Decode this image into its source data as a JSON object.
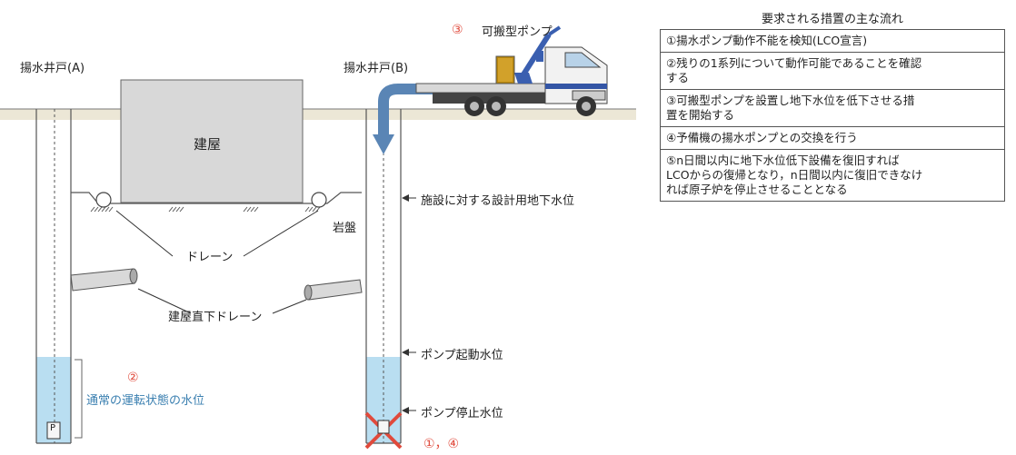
{
  "labels": {
    "well_a": "揚水井戸(A)",
    "well_b": "揚水井戸(B)",
    "building": "建屋",
    "pump_number": "③",
    "portable_pump": "可搬型ポンプ",
    "design_water_level": "施設に対する設計用地下水位",
    "bedrock": "岩盤",
    "drain": "ドレーン",
    "under_building_drain": "建屋直下ドレーン",
    "normal_level_number": "②",
    "normal_level": "通常の運転状態の水位",
    "pump_start_level": "ポンプ起動水位",
    "pump_stop_level": "ポンプ停止水位",
    "failure_numbers": "①，④",
    "pump_box": "P"
  },
  "steps": {
    "title": "要求される措置の主な流れ",
    "items": [
      {
        "line1": "①揚水ポンプ動作不能を検知(LCO宣言)"
      },
      {
        "line1": "②残りの1系列について動作可能であることを確認",
        "line2": "する"
      },
      {
        "line1": "③可搬型ポンプを設置し地下水位を低下させる措",
        "line2": "置を開始する"
      },
      {
        "line1": "④予備機の揚水ポンプとの交換を行う"
      },
      {
        "line1": "⑤n日間以内に地下水位低下設備を復旧すれば",
        "line2": "LCOからの復帰となり，n日間以内に復旧できなけ",
        "line3": "れば原子炉を停止させることとなる"
      }
    ]
  },
  "colors": {
    "water": "#b9def1",
    "pipe_blue": "#5a85b5",
    "red_mark": "#e04a3c",
    "building_fill": "#d8d8d8"
  }
}
